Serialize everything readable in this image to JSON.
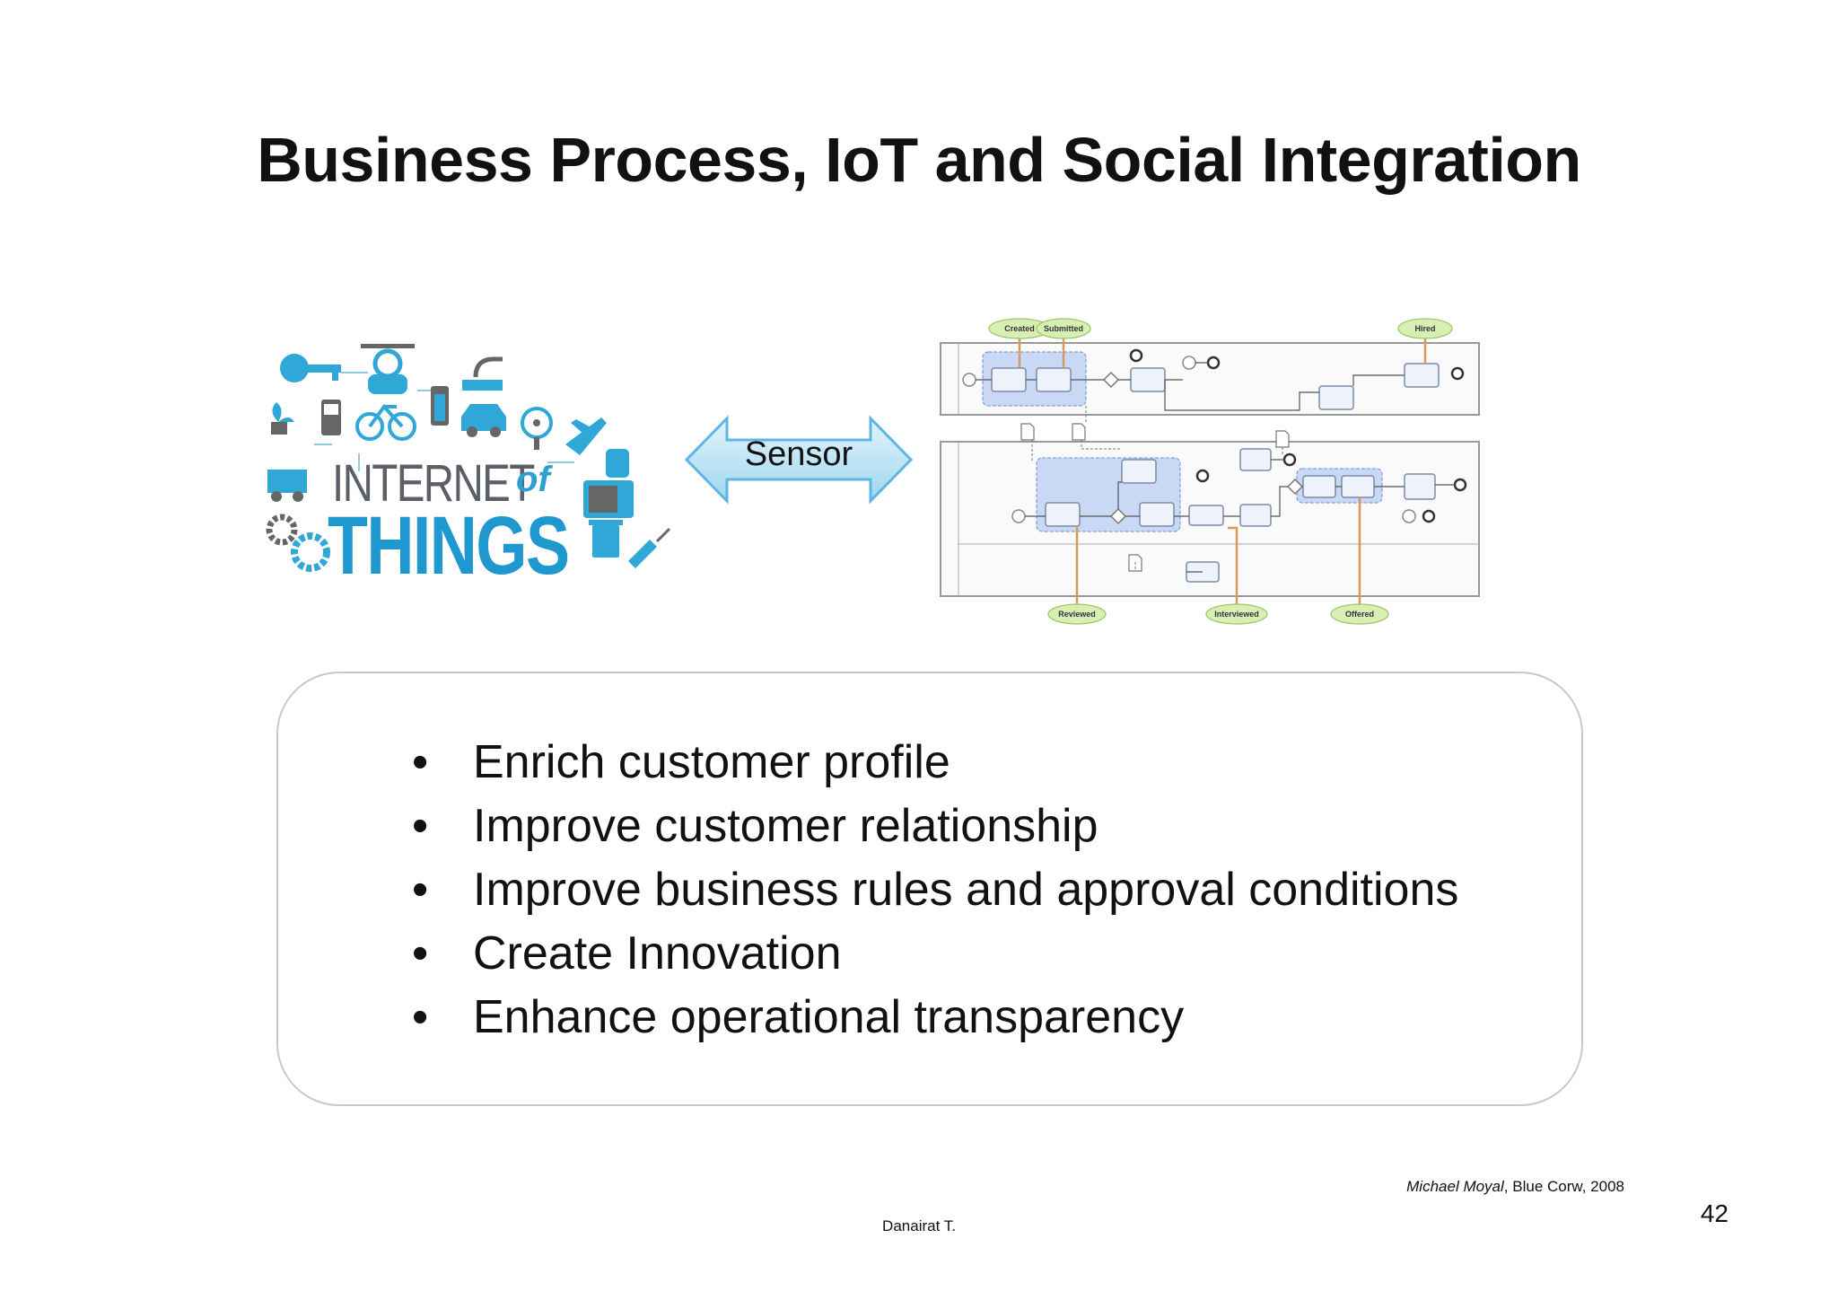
{
  "slide": {
    "title": "Business Process, IoT and Social Integration",
    "arrow_label": "Sensor",
    "bullets": [
      "Enrich customer profile",
      "Improve customer relationship",
      "Improve business rules and approval conditions",
      "Create Innovation",
      "Enhance operational transparency"
    ],
    "citation_author": "Michael Moyal",
    "citation_rest": ", Blue Corw, 2008",
    "footer_author": "Danairat T.",
    "page_number": "42"
  },
  "iot_logo": {
    "line1": "INTERNET",
    "of": "of",
    "line2": "THINGS"
  },
  "bpmn": {
    "milestones_top": [
      "Created",
      "Submitted",
      "Hired"
    ],
    "milestones_bottom": [
      "Reviewed",
      "Interviewed",
      "Offered"
    ]
  },
  "colors": {
    "iot_blue": "#1f97cf",
    "iot_gray": "#5b6068",
    "arrow_fill": "#bfe4f6",
    "arrow_stroke": "#5fb6e0",
    "milestone_fill": "#d7efb0",
    "task_fill": "#b9ccef"
  }
}
